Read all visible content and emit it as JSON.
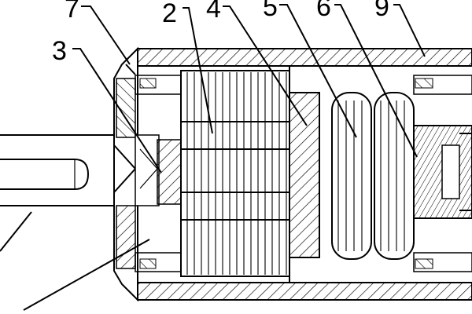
{
  "figure": {
    "callouts": [
      {
        "id": "c7",
        "text": "7"
      },
      {
        "id": "c2",
        "text": "2"
      },
      {
        "id": "c4",
        "text": "4"
      },
      {
        "id": "c5",
        "text": "5"
      },
      {
        "id": "c6",
        "text": "6"
      },
      {
        "id": "c9",
        "text": "9"
      },
      {
        "id": "c3",
        "text": "3"
      }
    ]
  }
}
